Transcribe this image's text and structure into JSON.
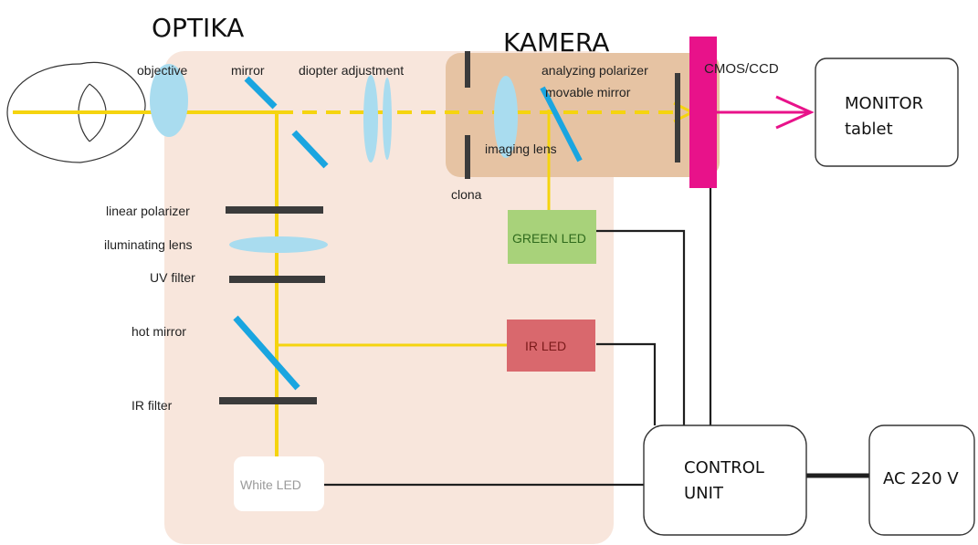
{
  "titles": {
    "optika": "OPTIKA",
    "kamera": "KAMERA"
  },
  "labels": {
    "objective": "objective",
    "mirror": "mirror",
    "diopter": "diopter adjustment",
    "analyzing_polarizer": "analyzing polarizer",
    "movable_mirror": "movable mirror",
    "cmos": "CMOS/CCD",
    "imaging_lens": "imaging lens",
    "clona": "clona",
    "linear_polarizer": "linear polarizer",
    "illuminating_lens": "iluminating lens",
    "uv_filter": "UV filter",
    "hot_mirror": "hot mirror",
    "ir_filter": "IR filter"
  },
  "boxes": {
    "monitor_line1": "MONITOR",
    "monitor_line2": "tablet",
    "green_led": "GREEN LED",
    "ir_led": "IR LED",
    "white_led": "White LED",
    "control_line1": "CONTROL",
    "control_line2": "UNIT",
    "ac": "AC 220 V"
  },
  "colors": {
    "optika_bg": "#f8e6dc",
    "kamera_bg": "#e6c3a3",
    "light_path": "#f5d40f",
    "lens": "#a9dcef",
    "filter": "#3b3b3b",
    "mirror": "#1aa5e0",
    "sensor": "#e8128a",
    "output_arrow": "#e8128a",
    "green_led_fill": "#a8d27a",
    "green_led_text": "#2f6b1d",
    "ir_led_fill": "#d9686d",
    "ir_led_text": "#7b1a1a",
    "white_led_text": "#9a9a9a"
  }
}
